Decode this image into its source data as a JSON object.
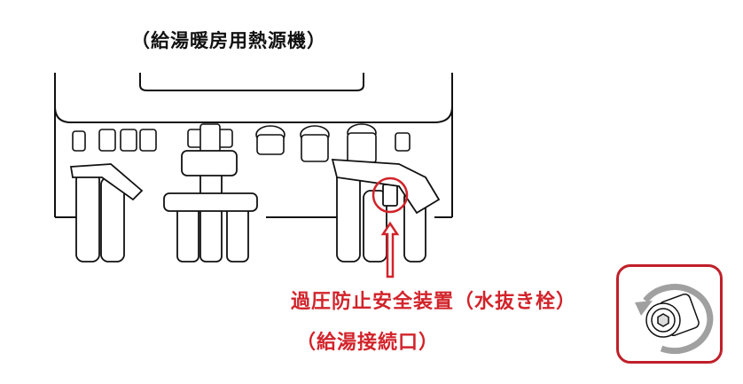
{
  "title": "（給湯暖房用熱源機）",
  "callout": {
    "line1": "過圧防止安全装置（水抜き栓）",
    "line2": "（給湯接続口）"
  },
  "colors": {
    "accent": "#d2232a",
    "line": "#111111",
    "rotate_arrow": "#a0a0a0"
  },
  "icons": [
    "water-heater-drawing",
    "drain-plug-closeup",
    "rotate-counterclockwise-arrow"
  ]
}
